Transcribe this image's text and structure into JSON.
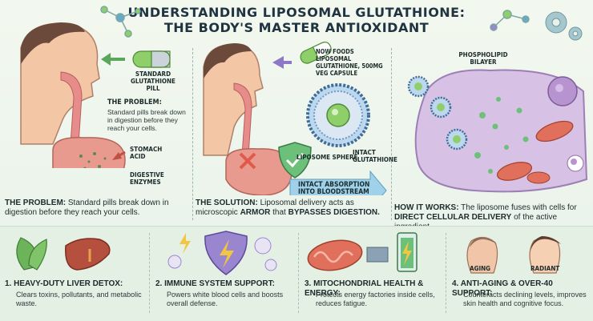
{
  "title": {
    "line1": "UNDERSTANDING LIPOSOMAL GLUTATHIONE:",
    "line2": "THE BODY'S MASTER ANTIOXIDANT"
  },
  "panel1": {
    "pill_label": "STANDARD GLUTATHIONE PILL",
    "problem_heading": "THE PROBLEM:",
    "problem_text": "Standard pills break down in digestion before they reach your cells.",
    "stomach_acid": "STOMACH ACID",
    "digestive_enzymes": "DIGESTIVE ENZYMES",
    "caption_bold": "THE PROBLEM:",
    "caption_text": "Standard pills break down in digestion before they reach your cells."
  },
  "panel2": {
    "capsule_label": "NOW FOODS LIPOSOMAL GLUTATHIONE, 500mg VEG CAPSULE",
    "sphere_label": "LIPOSOME SPHERE",
    "intact_label": "INTACT GLUTATHIONE",
    "absorption_label": "INTACT ABSORPTION INTO BLOODSTREAM",
    "caption_bold": "THE SOLUTION:",
    "caption_text": "Liposomal delivery acts as microscopic",
    "caption_armor": "ARMOR",
    "caption_that": "that",
    "caption_bypass": "BYPASSES DIGESTION."
  },
  "panel3": {
    "bilayer_label": "PHOSPHOLIPID BILAYER",
    "caption_bold": "HOW IT WORKS:",
    "caption_text": "The liposome fuses with cells for",
    "caption_bold2": "DIRECT CELLULAR DELIVERY",
    "caption_text2": "of the active ingredient."
  },
  "cards": [
    {
      "title": "1. HEAVY-DUTY LIVER DETOX:",
      "desc": "Clears toxins, pollutants, and metabolic waste."
    },
    {
      "title": "2. IMMUNE SYSTEM SUPPORT:",
      "desc": "Powers white blood cells and boosts overall defense."
    },
    {
      "title": "3. MITOCHONDRIAL HEALTH & ENERGY:",
      "desc": "Protects energy factories inside cells, reduces fatigue."
    },
    {
      "title": "4. ANTI-AGING & OVER-40 SUPPORT:",
      "desc": "Counteracts declining levels, improves skin health and cognitive focus."
    }
  ],
  "aging_labels": {
    "aging": "AGING",
    "radiant": "RADIANT"
  },
  "colors": {
    "pill_green": "#8fcf6a",
    "pill_purple": "#9a86cf",
    "stomach_pink": "#e89a8e",
    "cell_purple": "#d7c2e6",
    "mitochondria": "#e0705c",
    "arrow_blue": "#7fc1de",
    "shield_green": "#6cc07a",
    "cross_red": "#e05a4a"
  }
}
